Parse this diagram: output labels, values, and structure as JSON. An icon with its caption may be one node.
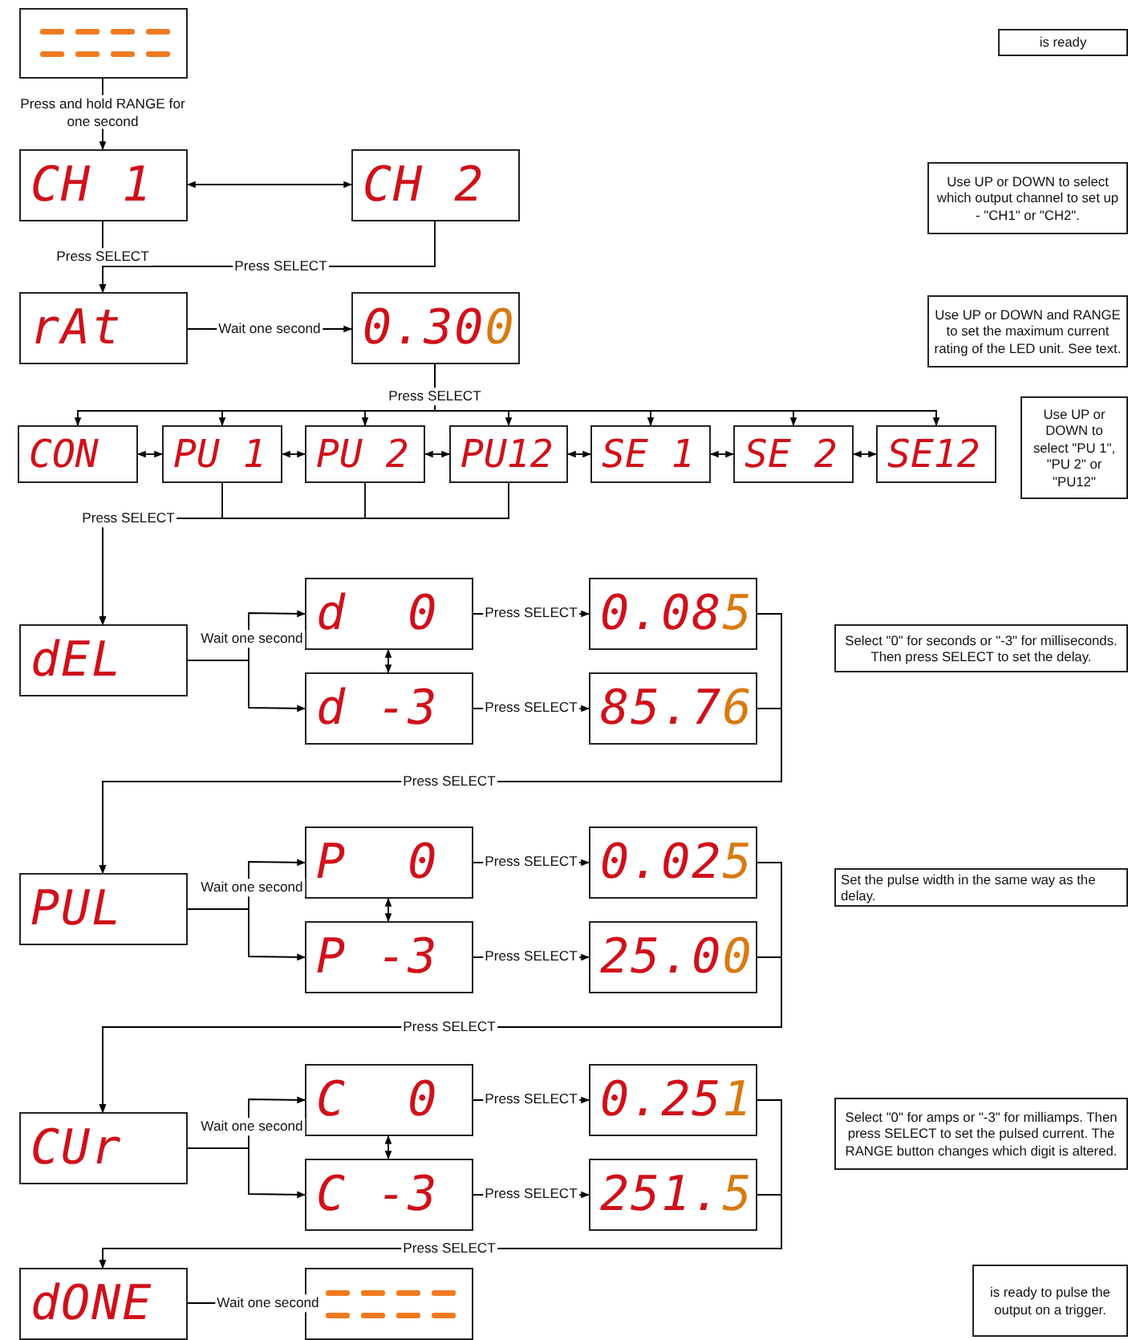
{
  "diagram": {
    "nodes": [
      {
        "text": [],
        "shape": "box"
      },
      {
        "text": [
          "CH 1"
        ]
      },
      {
        "text": [
          "CH 2"
        ]
      },
      {
        "text": [
          "rAt"
        ]
      },
      {
        "text": [
          "0.300"
        ]
      },
      {
        "text": [
          "CON"
        ]
      },
      {
        "text": [
          "PU 1"
        ]
      },
      {
        "text": [
          "PU 2"
        ]
      },
      {
        "text": [
          "PU12"
        ]
      },
      {
        "text": [
          "SE 1"
        ]
      },
      {
        "text": [
          "SE 2"
        ]
      },
      {
        "text": [
          "SE12"
        ]
      },
      {
        "text": [
          "dEL"
        ]
      },
      {
        "text": [
          "d  0"
        ]
      },
      {
        "text": [
          "0.085"
        ]
      },
      {
        "text": [
          "d -3"
        ]
      },
      {
        "text": [
          "85.76"
        ]
      },
      {
        "text": [
          "PUL"
        ]
      },
      {
        "text": [
          "P  0"
        ]
      },
      {
        "text": [
          "0.025"
        ]
      },
      {
        "text": [
          "P -3"
        ]
      },
      {
        "text": [
          "25.00"
        ]
      },
      {
        "text": [
          "CUr"
        ]
      },
      {
        "text": [
          "C  0"
        ]
      },
      {
        "text": [
          "0.251"
        ]
      },
      {
        "text": [
          "C -3"
        ]
      },
      {
        "text": [
          "251.5"
        ]
      },
      {
        "text": [
          "dONE"
        ]
      },
      {
        "text": [],
        "shape": "box"
      },
      {
        "text": [
          "is ready"
        ]
      },
      {
        "text": [
          "Use UP or DOWN to select which output channel to set up - \"CH1\" or \"CH2\"."
        ]
      },
      {
        "text": [
          "Use UP or DOWN and RANGE to set the maximum current rating of the LED unit. See text."
        ]
      },
      {
        "text": [
          "Use UP or DOWN to select \"PU 1\", \"PU 2\" or \"PU12\""
        ]
      },
      {
        "text": [
          "Select \"0\" for seconds or \"-3\" for milliseconds. Then press SELECT to set the delay."
        ]
      },
      {
        "text": [
          "Set the pulse width in the same way as the delay."
        ]
      },
      {
        "text": [
          "Select \"0\" for amps or \"-3\" for milliamps. Then press SELECT to set the pulsed current. The RANGE button changes which digit is altered."
        ]
      },
      {
        "text": [
          "is ready to pulse the output on a trigger."
        ]
      }
    ],
    "edges": [
      {
        "from": 0,
        "to": 1,
        "arrow": "to",
        "label": "Press and hold RANGE for one second"
      },
      {
        "from": 1,
        "to": 2,
        "arrow": "both"
      },
      {
        "from": 1,
        "to": 3,
        "arrow": "to",
        "label": "Press SELECT"
      },
      {
        "from": 2,
        "to": 3,
        "arrow": "to",
        "label": "Press SELECT"
      },
      {
        "from": 3,
        "to": 4,
        "arrow": "to",
        "label": "Wait one second"
      },
      {
        "from": 4,
        "to": 5,
        "arrow": "to"
      },
      {
        "from": 4,
        "to": 6,
        "arrow": "to"
      },
      {
        "from": 4,
        "to": 7,
        "arrow": "to"
      },
      {
        "from": 4,
        "to": 8,
        "arrow": "to",
        "label": "Press SELECT"
      },
      {
        "from": 4,
        "to": 9,
        "arrow": "to"
      },
      {
        "from": 4,
        "to": 10,
        "arrow": "to"
      },
      {
        "from": 4,
        "to": 11,
        "arrow": "to"
      },
      {
        "from": 5,
        "to": 6,
        "arrow": "both"
      },
      {
        "from": 6,
        "to": 7,
        "arrow": "both"
      },
      {
        "from": 7,
        "to": 8,
        "arrow": "both"
      },
      {
        "from": 8,
        "to": 9,
        "arrow": "both"
      },
      {
        "from": 9,
        "to": 10,
        "arrow": "both"
      },
      {
        "from": 10,
        "to": 11,
        "arrow": "both"
      },
      {
        "from": 6,
        "to": 12,
        "arrow": "to",
        "label": "Press SELECT"
      },
      {
        "from": 7,
        "to": 12,
        "arrow": "to"
      },
      {
        "from": 8,
        "to": 12,
        "arrow": "to"
      },
      {
        "from": 12,
        "to": 13,
        "arrow": "to",
        "label": "Wait one second"
      },
      {
        "from": 12,
        "to": 15,
        "arrow": "to"
      },
      {
        "from": 13,
        "to": 15,
        "arrow": "both"
      },
      {
        "from": 13,
        "to": 14,
        "arrow": "to",
        "label": "Press SELECT"
      },
      {
        "from": 15,
        "to": 16,
        "arrow": "to",
        "label": "Press SELECT"
      },
      {
        "from": 14,
        "to": 17,
        "arrow": "to",
        "label": "Press SELECT"
      },
      {
        "from": 16,
        "to": 17,
        "arrow": "to"
      },
      {
        "from": 17,
        "to": 18,
        "arrow": "to",
        "label": "Wait one second"
      },
      {
        "from": 17,
        "to": 20,
        "arrow": "to"
      },
      {
        "from": 18,
        "to": 20,
        "arrow": "both"
      },
      {
        "from": 18,
        "to": 19,
        "arrow": "to",
        "label": "Press SELECT"
      },
      {
        "from": 20,
        "to": 21,
        "arrow": "to",
        "label": "Press SELECT"
      },
      {
        "from": 19,
        "to": 22,
        "arrow": "to",
        "label": "Press SELECT"
      },
      {
        "from": 21,
        "to": 22,
        "arrow": "to"
      },
      {
        "from": 22,
        "to": 23,
        "arrow": "to",
        "label": "Wait one second"
      },
      {
        "from": 22,
        "to": 25,
        "arrow": "to"
      },
      {
        "from": 23,
        "to": 25,
        "arrow": "both"
      },
      {
        "from": 23,
        "to": 24,
        "arrow": "to",
        "label": "Press SELECT"
      },
      {
        "from": 25,
        "to": 26,
        "arrow": "to",
        "label": "Press SELECT"
      },
      {
        "from": 24,
        "to": 27,
        "arrow": "to",
        "label": "Press SELECT"
      },
      {
        "from": 26,
        "to": 27,
        "arrow": "to"
      },
      {
        "from": 27,
        "to": 28,
        "arrow": "to",
        "label": "Wait one second"
      }
    ]
  }
}
